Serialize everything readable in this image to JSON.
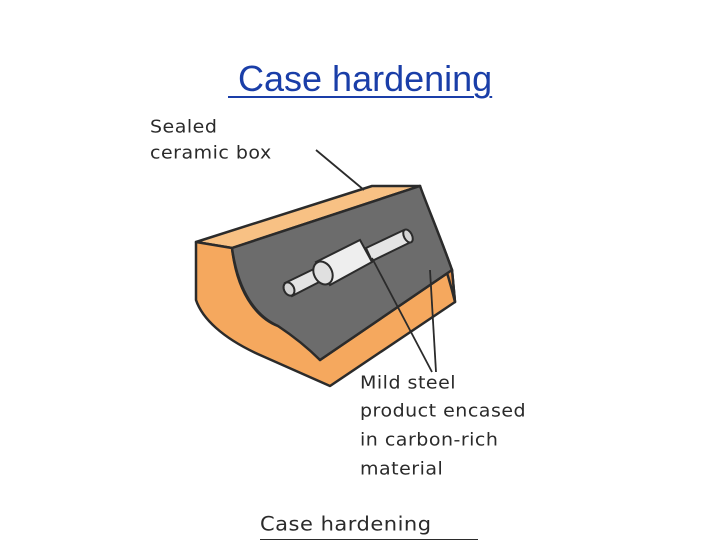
{
  "slide": {
    "title": " Case hardening"
  },
  "diagram": {
    "label_box_line1": "Sealed",
    "label_box_line2": "ceramic box",
    "label_steel_line1": "Mild steel",
    "label_steel_line2": "product encased",
    "label_steel_line3": "in carbon-rich",
    "label_steel_line4": "material",
    "caption": "Case hardening",
    "colors": {
      "box_front": "#f5a85e",
      "box_top": "#f8c184",
      "box_edge": "#d9833a",
      "carbon_fill": "#6c6c6c",
      "steel": "#e6e6e6",
      "outline": "#2b2b2b",
      "title": "#1a3ea8"
    }
  }
}
